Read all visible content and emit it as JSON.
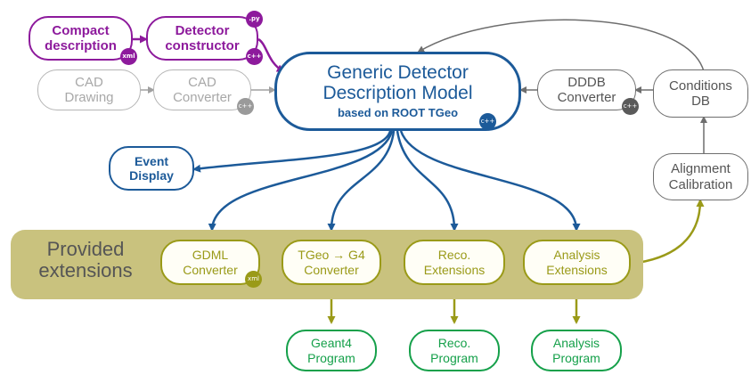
{
  "nodes": {
    "compact": {
      "label1": "Compact",
      "label2": "description",
      "badge": "xml"
    },
    "detector": {
      "label1": "Detector",
      "label2": "constructor",
      "badge_top": ".py",
      "badge_bottom": "c++"
    },
    "cad_drawing": {
      "label1": "CAD",
      "label2": "Drawing"
    },
    "cad_converter": {
      "label1": "CAD",
      "label2": "Converter",
      "badge": "c++"
    },
    "main": {
      "title1": "Generic Detector",
      "title2": "Description Model",
      "subtitle": "based on ROOT TGeo",
      "badge": "c++"
    },
    "dddb": {
      "label1": "DDDB",
      "label2": "Converter",
      "badge": "c++"
    },
    "conditions": {
      "label1": "Conditions",
      "label2": "DB"
    },
    "alignment": {
      "label1": "Alignment",
      "label2": "Calibration"
    },
    "event_display": {
      "label1": "Event",
      "label2": "Display"
    },
    "gdml": {
      "label1": "GDML",
      "label2": "Converter",
      "badge": "xml"
    },
    "tgeo_g4": {
      "label1": "TGeo → G4",
      "label2": "Converter"
    },
    "reco_ext": {
      "label1": "Reco.",
      "label2": "Extensions"
    },
    "analysis_ext": {
      "label1": "Analysis",
      "label2": "Extensions"
    },
    "geant4": {
      "label1": "Geant4",
      "label2": "Program"
    },
    "reco_prog": {
      "label1": "Reco.",
      "label2": "Program"
    },
    "analysis_prog": {
      "label1": "Analysis",
      "label2": "Program"
    }
  },
  "band": {
    "label1": "Provided",
    "label2": "extensions"
  },
  "colors": {
    "purple": "#8d1a9c",
    "blue": "#1c5a99",
    "olive": "#9a9a18",
    "green": "#15a04a",
    "grey_light": "#b5b5b5",
    "grey_dark": "#6e6e6e",
    "band": "#c9c27e"
  }
}
